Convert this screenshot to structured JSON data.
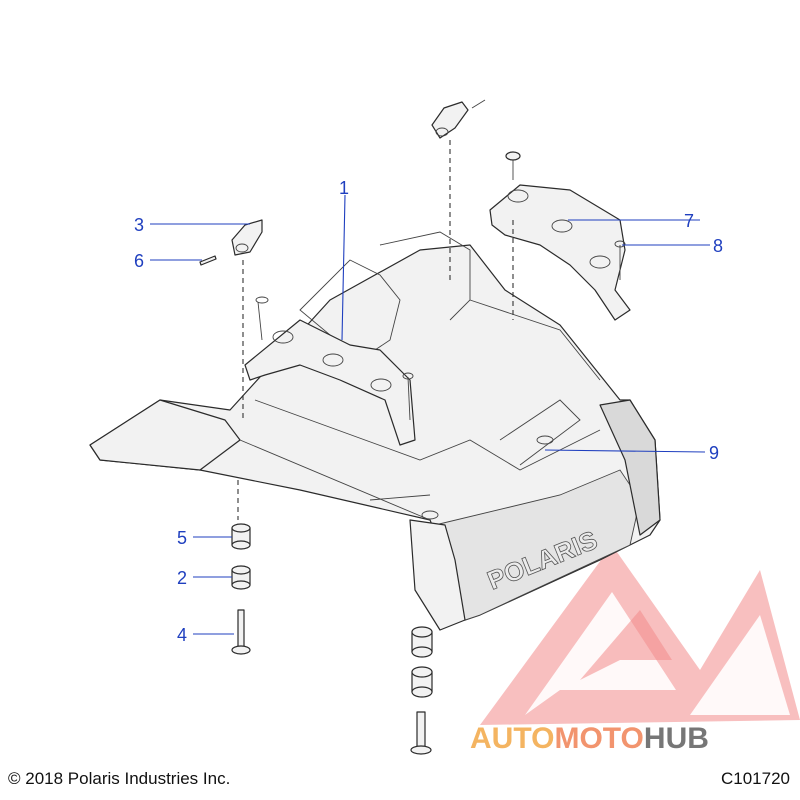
{
  "callouts": [
    {
      "id": "1",
      "label": "1"
    },
    {
      "id": "2",
      "label": "2"
    },
    {
      "id": "3",
      "label": "3"
    },
    {
      "id": "4",
      "label": "4"
    },
    {
      "id": "5",
      "label": "5"
    },
    {
      "id": "6",
      "label": "6"
    },
    {
      "id": "7",
      "label": "7"
    },
    {
      "id": "8",
      "label": "8"
    },
    {
      "id": "9",
      "label": "9"
    }
  ],
  "embossed_text": "POLARIS",
  "watermark": {
    "part1": "AUTO",
    "part2": "MOTO",
    "part3": "HUB"
  },
  "footer": {
    "copyright": "© 2018 Polaris Industries Inc.",
    "figure_id": "C101720"
  },
  "colors": {
    "callout": "#1f3fbf",
    "watermark_red": "#e85050",
    "watermark_orange": "#f2a23a",
    "watermark_gray": "#555555"
  }
}
